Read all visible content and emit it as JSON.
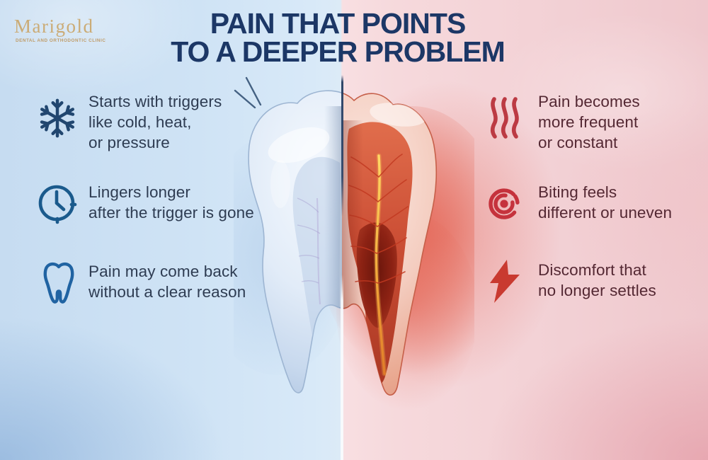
{
  "logo": {
    "name": "Marigold",
    "tagline": "DENTAL AND ORTHODONTIC CLINIC"
  },
  "title": {
    "line1": "PAIN THAT POINTS",
    "line2": "TO A DEEPER PROBLEM"
  },
  "left_panel": {
    "theme": "early / trigger-based pain (healthy tooth side)",
    "text_color": "#2e3c52",
    "icon_color": "#1e4b7a",
    "items": [
      {
        "icon": "snowflake-icon",
        "lines": [
          "Starts with triggers",
          "like cold, heat,",
          "or pressure"
        ]
      },
      {
        "icon": "clock-icon",
        "lines": [
          "Lingers longer",
          "after the trigger is gone"
        ]
      },
      {
        "icon": "tooth-outline-icon",
        "lines": [
          "Pain may come back",
          "without a clear reason"
        ]
      }
    ]
  },
  "right_panel": {
    "theme": "worsening pain (inflamed tooth side)",
    "text_color": "#542833",
    "icon_color": "#c5323c",
    "items": [
      {
        "icon": "heat-waves-icon",
        "lines": [
          "Pain becomes",
          "more frequent",
          "or constant"
        ]
      },
      {
        "icon": "bullseye-icon",
        "lines": [
          "Biting feels",
          "different or uneven"
        ]
      },
      {
        "icon": "lightning-bolt-icon",
        "lines": [
          "Discomfort that",
          "no longer settles"
        ]
      }
    ]
  },
  "illustration": {
    "description": "Center split tooth: left half healthy bluish-white, right half inflamed red cross-section with nerves"
  },
  "colors": {
    "title": "#1c3766",
    "logo_gold": "#c9a263",
    "left_bg": "#cfe3f5",
    "right_bg": "#f5d3d7",
    "healthy_tooth": "#dde9f7",
    "inflamed_tooth": "#d4533a"
  }
}
